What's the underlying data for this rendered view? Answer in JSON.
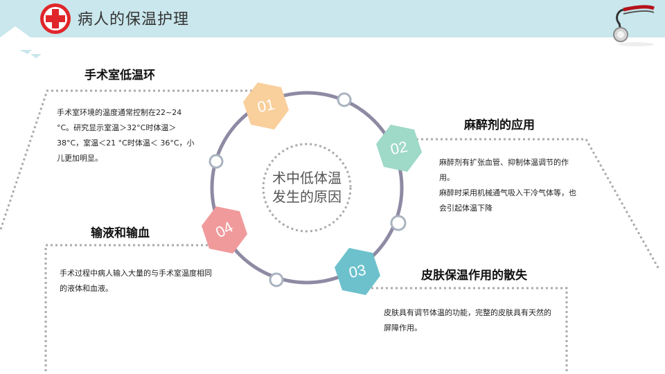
{
  "header": {
    "title": "病人的保温护理"
  },
  "center": {
    "line1": "术中低体温",
    "line2": "发生的原因"
  },
  "badges": [
    {
      "label": "01",
      "color": "#f9cf9c"
    },
    {
      "label": "02",
      "color": "#9fd9c8"
    },
    {
      "label": "03",
      "color": "#6cc1cc"
    },
    {
      "label": "04",
      "color": "#f09a9c"
    }
  ],
  "sections": {
    "or_temp": {
      "title": "手术室低温环",
      "text": "手术室环境的温度通常控制在22~24 °C。研究显示室温＞32°C时体温＞ 38°C，室温＜21 °C时体温＜ 36°C，小儿更加明显。"
    },
    "anesthesia": {
      "title": "麻醉剂的应用",
      "text1": "麻醉剂有扩张血管、抑制体温调节的作用。",
      "text2": "麻醉时采用机械通气吸入干冷气体等，也会引起体温下降"
    },
    "skin": {
      "title": "皮肤保温作用的散失",
      "text": "皮肤具有调节体温的功能，完整的皮肤具有天然的屏障作用。"
    },
    "infusion": {
      "title": "输液和输血",
      "text": "手术过程中病人输入大量的与手术室温度相同的液体和血液。"
    }
  },
  "colors": {
    "header_bg": "#c9e7ec",
    "ring": "#8e8aa3",
    "dotted": "#aaaaaa",
    "small_circle": "#a9b3bf",
    "logo_red": "#e0262a"
  }
}
